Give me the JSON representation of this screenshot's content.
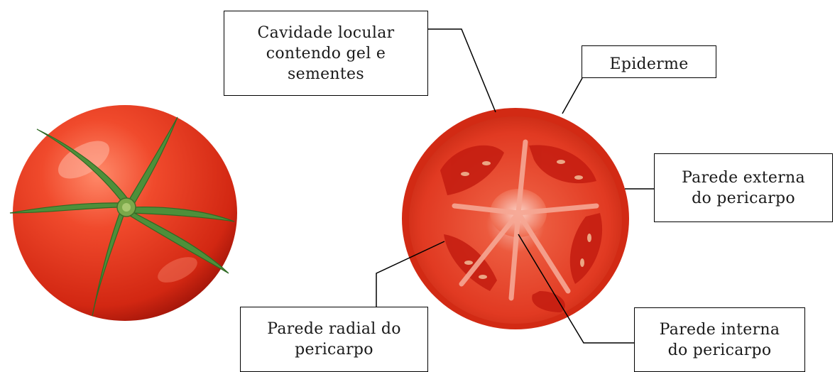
{
  "labels": {
    "cavidade": [
      "Cavidade locular",
      "contendo gel e",
      "sementes"
    ],
    "epiderme": [
      "Epiderme"
    ],
    "parede_externa": [
      "Parede externa",
      "do pericarpo"
    ],
    "parede_radial": [
      "Parede radial do",
      "pericarpo"
    ],
    "parede_interna": [
      "Parede interna",
      "do pericarpo"
    ]
  },
  "colors": {
    "tomato_skin": "#e0301e",
    "tomato_highlight": "#ff7a5c",
    "sepal_green": "#4e8f3a",
    "flesh": "#e43a22",
    "locule_gel": "#c51c12",
    "core": "#f3a28f",
    "outline": "#000000"
  }
}
